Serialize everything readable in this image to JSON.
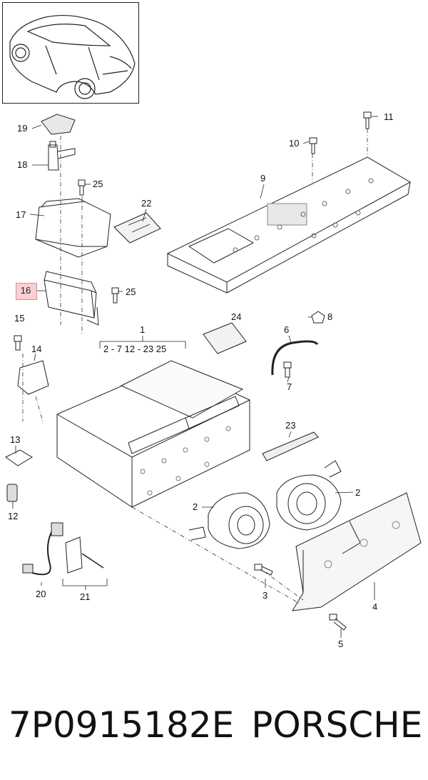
{
  "callouts": {
    "c1": "1",
    "c1_range": "2 - 7  12 - 23  25",
    "c2a": "2",
    "c2b": "2",
    "c3": "3",
    "c4": "4",
    "c5": "5",
    "c6": "6",
    "c7": "7",
    "c8": "8",
    "c9": "9",
    "c10": "10",
    "c11": "11",
    "c12": "12",
    "c13": "13",
    "c14": "14",
    "c15": "15",
    "c16": "16",
    "c17": "17",
    "c18": "18",
    "c19": "19",
    "c20": "20",
    "c21": "21",
    "c22": "22",
    "c23": "23",
    "c24": "24",
    "c25a": "25",
    "c25b": "25"
  },
  "highlight_color": "#f7d0d4",
  "footer": {
    "part_number": "7P0915182E",
    "brand": "PORSCHE"
  }
}
